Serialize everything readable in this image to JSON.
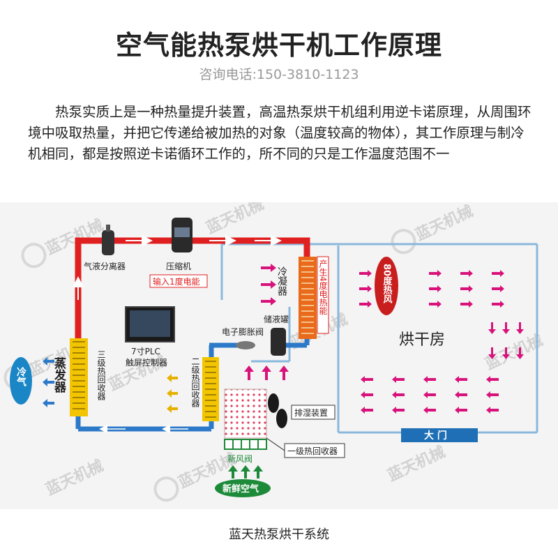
{
  "header": {
    "title": "空气能热泵烘干机工作原理",
    "phone": "咨询电话:150-3810-1123"
  },
  "intro": {
    "text": "热泵实质上是一种热量提升装置，高温热泵烘干机组利用逆卡诺原理，从周围环境中吸取热量，并把它传递给被加热的对象（温度较高的物体），其工作原理与制冷机相同，都是按照逆卡诺循环工作的，所不同的只是工作温度范围不一"
  },
  "diagram": {
    "watermark": "蓝天机械",
    "labels": {
      "separator": "气液分离器",
      "compressor": "压缩机",
      "power_input": "输入1度电能",
      "plc_line1": "7寸PLC",
      "plc_line2": "触屏控制器",
      "condenser": "冷凝器",
      "heat_output": "产生4度电热能",
      "receiver": "储液罐",
      "expansion_valve": "电子膨胀阀",
      "evaporator": "蒸发器",
      "cold_air": "冷气",
      "recuperator3": "三级热回收器",
      "recuperator2": "二级热回收器",
      "recuperator1": "一级热回收器",
      "dehumidifier": "排湿装置",
      "fresh_air_valve": "新风阀",
      "fresh_air": "新鲜空气",
      "hot_air": "80度热风",
      "drying_room": "烘干房",
      "door": "大 门"
    },
    "colors": {
      "hot_pipe": "#e02020",
      "cold_pipe": "#2b79c8",
      "room_border": "#8ab8dc",
      "arrow_magenta": "#d8127a",
      "arrow_yellow": "#e6b100",
      "fresh_green": "#1d8a3a",
      "hot_air_red": "#c81e1e",
      "door_blue": "#1e6fb5"
    }
  },
  "footer": {
    "caption": "蓝天热泵烘干系统"
  }
}
